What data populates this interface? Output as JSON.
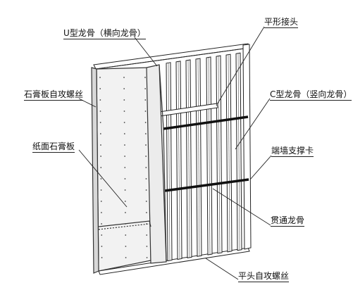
{
  "labels": {
    "u_track": "U型龙骨（横向龙骨）",
    "flat_joint": "平形接头",
    "board_screw": "石膏板自攻螺丝",
    "c_stud": "C型龙骨（竖向龙骨）",
    "paper_board": "纸面石膏板",
    "end_brace": "端墙支撑卡",
    "through_channel": "贯通龙骨",
    "pan_screw": "平头自攻螺丝"
  },
  "colors": {
    "line": "#222222",
    "board": "#f0f0f0",
    "board_edge": "#333333",
    "steel": "#ffffff",
    "channel": "#1a1a1a"
  }
}
